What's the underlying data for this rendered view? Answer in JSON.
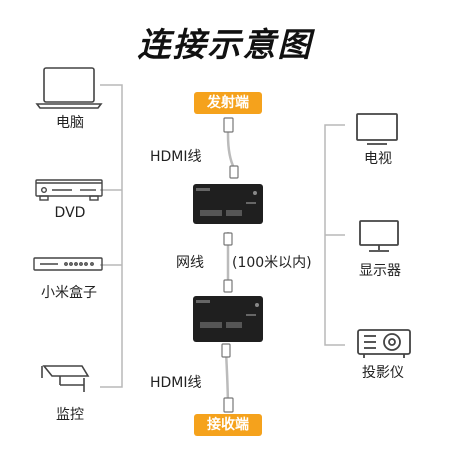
{
  "title": "连接示意图",
  "left_devices": [
    {
      "label": "电脑",
      "icon": "laptop-icon"
    },
    {
      "label": "DVD",
      "icon": "dvd-player-icon"
    },
    {
      "label": "小米盒子",
      "icon": "media-box-icon"
    },
    {
      "label": "监控",
      "icon": "cctv-camera-icon"
    }
  ],
  "right_devices": [
    {
      "label": "电视",
      "icon": "tv-icon"
    },
    {
      "label": "显示器",
      "icon": "monitor-icon"
    },
    {
      "label": "投影仪",
      "icon": "projector-icon"
    }
  ],
  "center": {
    "transmitter_label": "发射端",
    "receiver_label": "接收端",
    "cable_top": "HDMI线",
    "cable_bottom": "HDMI线",
    "network_cable": "网线",
    "network_range": "(100米以内)"
  },
  "colors": {
    "accent": "#f5a21c",
    "device": "#1f1f1f",
    "line": "#b8b8b8"
  }
}
